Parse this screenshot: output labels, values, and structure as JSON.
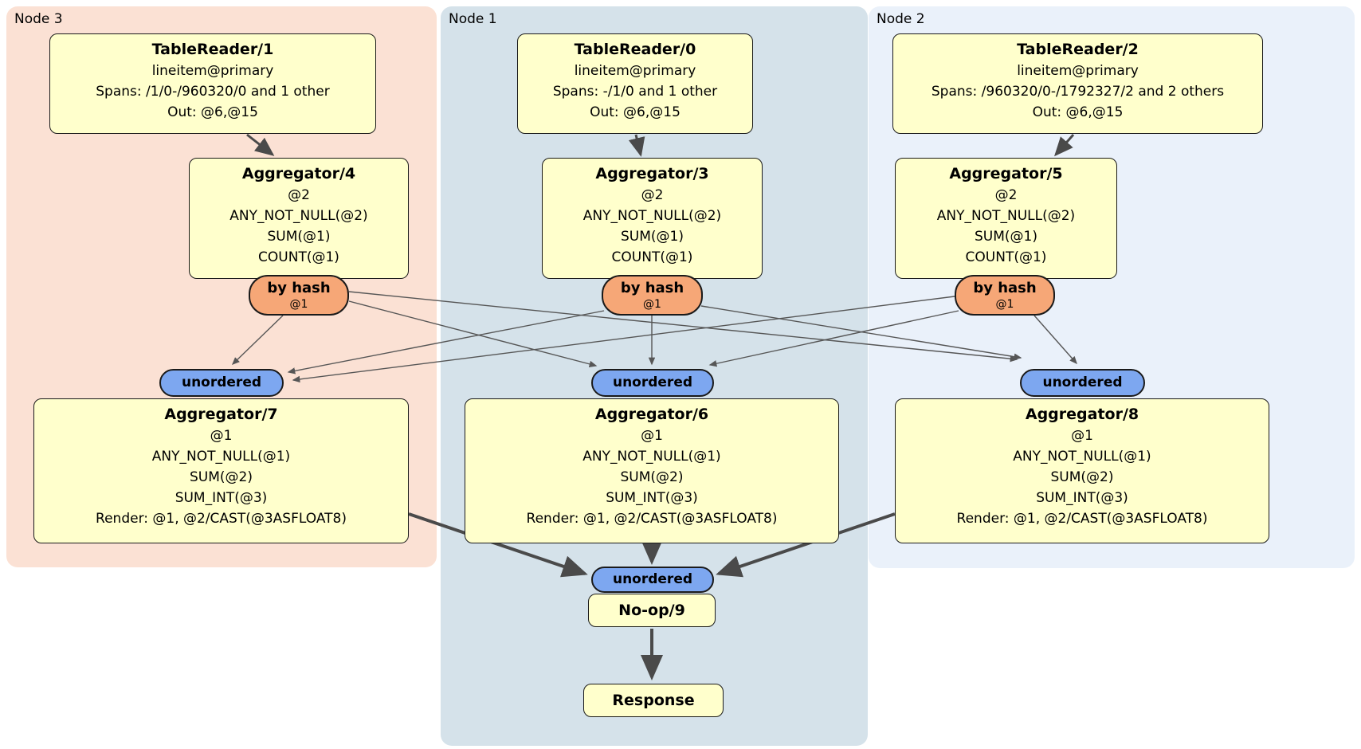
{
  "colors": {
    "node3bg": "#fbe1d4",
    "node1bg": "#d5e2ea",
    "node2bg": "#eaf1fa",
    "boxfill": "#ffffcc",
    "boxborder": "#1a1a1a",
    "routerfill": "#f6a777",
    "streamfill": "#7da7f0",
    "edgethick": "#4a4a4a",
    "edgethin": "#565656",
    "text": "#000000"
  },
  "diagram": {
    "regions": [
      {
        "label": "Node 3"
      },
      {
        "label": "Node 1"
      },
      {
        "label": "Node 2"
      }
    ],
    "router": {
      "label": "by hash",
      "detail": "@1"
    },
    "stream": {
      "label": "unordered"
    },
    "processors": {
      "tr1": {
        "title": "TableReader/1",
        "lines": [
          "lineitem@primary",
          "Spans: /1/0-/960320/0 and 1 other",
          "Out: @6,@15"
        ]
      },
      "tr0": {
        "title": "TableReader/0",
        "lines": [
          "lineitem@primary",
          "Spans: -/1/0 and 1 other",
          "Out: @6,@15"
        ]
      },
      "tr2": {
        "title": "TableReader/2",
        "lines": [
          "lineitem@primary",
          "Spans: /960320/0-/1792327/2 and 2 others",
          "Out: @6,@15"
        ]
      },
      "agg4": {
        "title": "Aggregator/4",
        "lines": [
          "@2",
          "ANY_NOT_NULL(@2)",
          "SUM(@1)",
          "COUNT(@1)"
        ]
      },
      "agg3": {
        "title": "Aggregator/3",
        "lines": [
          "@2",
          "ANY_NOT_NULL(@2)",
          "SUM(@1)",
          "COUNT(@1)"
        ]
      },
      "agg5": {
        "title": "Aggregator/5",
        "lines": [
          "@2",
          "ANY_NOT_NULL(@2)",
          "SUM(@1)",
          "COUNT(@1)"
        ]
      },
      "agg7": {
        "title": "Aggregator/7",
        "lines": [
          "@1",
          "ANY_NOT_NULL(@1)",
          "SUM(@2)",
          "SUM_INT(@3)",
          "Render: @1, @2/CAST(@3ASFLOAT8)"
        ]
      },
      "agg6": {
        "title": "Aggregator/6",
        "lines": [
          "@1",
          "ANY_NOT_NULL(@1)",
          "SUM(@2)",
          "SUM_INT(@3)",
          "Render: @1, @2/CAST(@3ASFLOAT8)"
        ]
      },
      "agg8": {
        "title": "Aggregator/8",
        "lines": [
          "@1",
          "ANY_NOT_NULL(@1)",
          "SUM(@2)",
          "SUM_INT(@3)",
          "Render: @1, @2/CAST(@3ASFLOAT8)"
        ]
      },
      "noop": {
        "title": "No-op/9"
      },
      "response": {
        "title": "Response"
      }
    },
    "edges": [
      {
        "from": "TableReader/1",
        "to": "Aggregator/4"
      },
      {
        "from": "TableReader/0",
        "to": "Aggregator/3"
      },
      {
        "from": "TableReader/2",
        "to": "Aggregator/5"
      },
      {
        "from": "Aggregator/4",
        "to": "Aggregator/7",
        "via": "by hash @1 / unordered"
      },
      {
        "from": "Aggregator/4",
        "to": "Aggregator/6",
        "via": "by hash @1 / unordered"
      },
      {
        "from": "Aggregator/4",
        "to": "Aggregator/8",
        "via": "by hash @1 / unordered"
      },
      {
        "from": "Aggregator/3",
        "to": "Aggregator/7",
        "via": "by hash @1 / unordered"
      },
      {
        "from": "Aggregator/3",
        "to": "Aggregator/6",
        "via": "by hash @1 / unordered"
      },
      {
        "from": "Aggregator/3",
        "to": "Aggregator/8",
        "via": "by hash @1 / unordered"
      },
      {
        "from": "Aggregator/5",
        "to": "Aggregator/7",
        "via": "by hash @1 / unordered"
      },
      {
        "from": "Aggregator/5",
        "to": "Aggregator/6",
        "via": "by hash @1 / unordered"
      },
      {
        "from": "Aggregator/5",
        "to": "Aggregator/8",
        "via": "by hash @1 / unordered"
      },
      {
        "from": "Aggregator/7",
        "to": "No-op/9",
        "via": "unordered"
      },
      {
        "from": "Aggregator/6",
        "to": "No-op/9",
        "via": "unordered"
      },
      {
        "from": "Aggregator/8",
        "to": "No-op/9",
        "via": "unordered"
      },
      {
        "from": "No-op/9",
        "to": "Response"
      }
    ]
  }
}
